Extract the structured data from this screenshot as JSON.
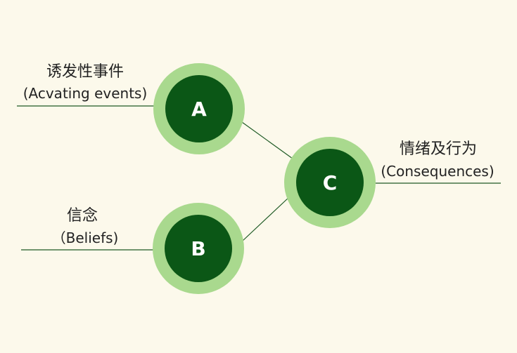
{
  "colors": {
    "background": "#FCF9EB",
    "ring": "#A9D98E",
    "core": "#0B5716",
    "line": "#1E5A24",
    "letter": "#FFFFFF",
    "text": "#222222"
  },
  "nodes": {
    "a": {
      "letter": "A",
      "label_cn": "诱发性事件",
      "label_en": "(Acvating events)"
    },
    "b": {
      "letter": "B",
      "label_cn": "信念",
      "label_en": "（Beliefs)"
    },
    "c": {
      "letter": "C",
      "label_cn": "情绪及行为",
      "label_en": "(Consequences)"
    }
  }
}
